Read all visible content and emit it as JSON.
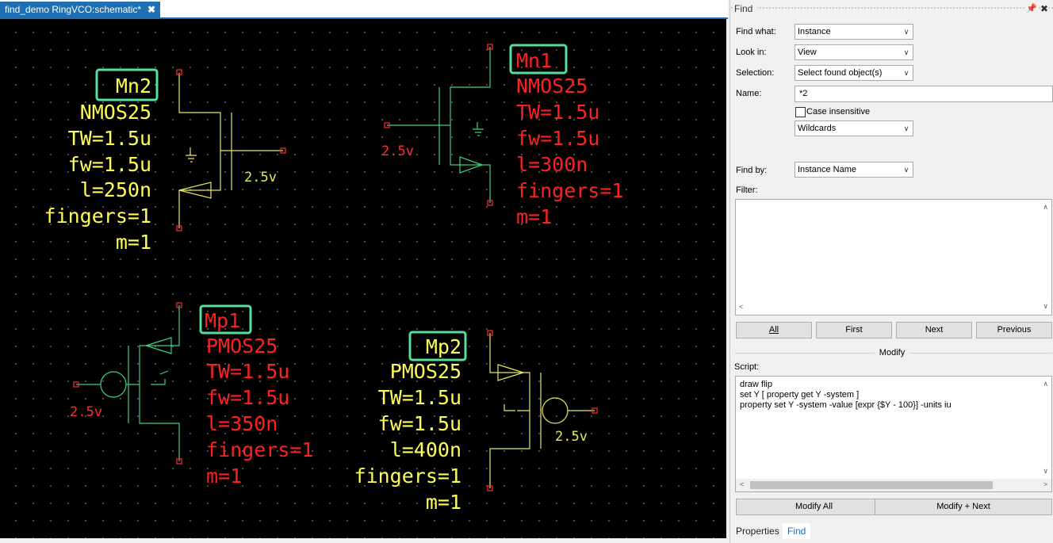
{
  "document_tab": {
    "title": "find_demo RingVCO:schematic*",
    "close_glyph": "✖"
  },
  "schematic": {
    "instances": [
      {
        "id": "Mn2",
        "name": "Mn2",
        "name_color": "#ffff55",
        "props_color": "#ffff55",
        "props": [
          "NMOS25",
          "TW=1.5u",
          "fw=1.5u",
          "l=250n",
          "fingers=1",
          "m=1"
        ],
        "voltage": "2.5v"
      },
      {
        "id": "Mn1",
        "name": "Mn1",
        "name_color": "#ff2020",
        "props_color": "#ff2020",
        "props": [
          "NMOS25",
          "TW=1.5u",
          "fw=1.5u",
          "l=300n",
          "fingers=1",
          "m=1"
        ],
        "voltage": "2.5v"
      },
      {
        "id": "Mp1",
        "name": "Mp1",
        "name_color": "#ff2020",
        "props_color": "#ff2020",
        "props": [
          "PMOS25",
          "TW=1.5u",
          "fw=1.5u",
          "l=350n",
          "fingers=1",
          "m=1"
        ],
        "voltage": "2.5v"
      },
      {
        "id": "Mp2",
        "name": "Mp2",
        "name_color": "#ffff55",
        "props_color": "#ffff55",
        "props": [
          "PMOS25",
          "TW=1.5u",
          "fw=1.5u",
          "l=400n",
          "fingers=1",
          "m=1"
        ],
        "voltage": "2.5v"
      }
    ],
    "highlight_color": "#55e0a0"
  },
  "find_panel": {
    "title": "Find",
    "pin_icon": "📌",
    "close_glyph": "✖",
    "find_what": {
      "label": "Find what:",
      "value": "Instance"
    },
    "look_in": {
      "label": "Look in:",
      "value": "View"
    },
    "selection": {
      "label": "Selection:",
      "value": "Select found object(s)"
    },
    "name": {
      "label": "Name:",
      "value": "*2"
    },
    "case_insensitive": {
      "label": "Case insensitive",
      "checked": false
    },
    "match_mode": {
      "value": "Wildcards"
    },
    "find_by": {
      "label": "Find by:",
      "value": "Instance Name"
    },
    "filter": {
      "label": "Filter:",
      "value": ""
    },
    "buttons": {
      "all": "All",
      "first": "First",
      "next": "Next",
      "previous": "Previous"
    },
    "modify_section": "Modify",
    "script": {
      "label": "Script:",
      "lines": [
        "draw flip",
        "set Y [ property get Y -system ]",
        "property set Y -system -value [expr {$Y - 100}] -units iu"
      ]
    },
    "modify_all": "Modify All",
    "modify_next": "Modify + Next"
  },
  "bottom_tabs": [
    {
      "label": "Properties",
      "active": false
    },
    {
      "label": "Find",
      "active": true
    }
  ],
  "colors": {
    "wire": "#40d080",
    "symbol_yellow": "#e8e85a",
    "pin": "#ff3030",
    "accent": "#1f6fb4"
  }
}
